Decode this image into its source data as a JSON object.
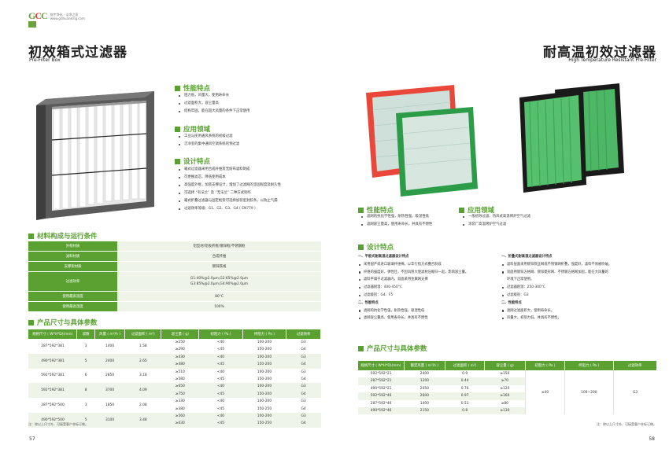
{
  "brand": {
    "logo_main": "G",
    "logo_accent": "C",
    "logo_tail": "C",
    "tagline": "镕宇净化 · 洁净之家",
    "url": "www.gdhuanking.com"
  },
  "left": {
    "title_cn": "初效箱式过滤器",
    "title_en": "Pre-Filter Box",
    "features_title": "性能特点",
    "features": [
      "阻力低，风量大，使用寿命长",
      "过滤面积大，容尘量高",
      "结构牢固，能在超大风量的条件下正常使用"
    ],
    "apps_title": "应用领域",
    "apps": [
      "工业与民用通风系统的初级过滤",
      "洁净室的集中通风空调系统的预过滤"
    ],
    "design_title": "设计特点",
    "design": [
      "箱式过滤器采用合成纤维及无纺布滤料制成",
      "可更换滤芯，降低使用成本",
      "高强度外框，加装支撑设计，增加了过滤网的坚固程度及耐久性",
      "可选择 “有法兰” 及 “无法兰” 二种方式制作",
      "箱式折叠过滤器与固定框架可选择加装密封胶条，以防止气漏",
      "过滤效率等级：G1、G2、G3、G4 ( EN779 )"
    ],
    "materials_title": "材料构成与运行条件",
    "materials": [
      {
        "k": "外框材质",
        "v": "铝型材/铝板折框/镀锌框/不锈钢框"
      },
      {
        "k": "滤料材质",
        "v": "合成纤维"
      },
      {
        "k": "支撑架材质",
        "v": "镀锌铁线"
      },
      {
        "k": "过滤效率",
        "v": "G1:40%@2.0μm,G2:65%@2.0μm",
        "v2": "G3:85%@2.0μm,G4:90%@2.0μm"
      },
      {
        "k": "使用最高温度",
        "v": "80°C"
      },
      {
        "k": "使用最高湿度",
        "v": "100%"
      }
    ],
    "prod_title": "产品尺寸与具体参数",
    "prod_headers": [
      "规格尺寸 ( W*H*D)(mm)",
      "袋数",
      "风量 ( m³/h )",
      "过滤面积 ( m²)",
      "容尘量 ( g)",
      "初阻力 ( Pa )",
      "终阻力 ( Pa )",
      "过滤效率"
    ],
    "prod_rows": [
      [
        "287*592*381",
        "3",
        "1400",
        "1.58",
        "≥250",
        "<40",
        "100-200",
        "G3"
      ],
      [
        "",
        "",
        "",
        "",
        "≥290",
        "<45",
        "150-200",
        "G4"
      ],
      [
        "490*592*381",
        "5",
        "2400",
        "2.65",
        "≥430",
        "<40",
        "100-200",
        "G3"
      ],
      [
        "",
        "",
        "",
        "",
        "≥480",
        "<45",
        "150-200",
        "G4"
      ],
      [
        "592*592*381",
        "6",
        "2850",
        "3.18",
        "≥510",
        "<40",
        "100-200",
        "G3"
      ],
      [
        "",
        "",
        "",
        "",
        "≥580",
        "<45",
        "150-200",
        "G4"
      ],
      [
        "592*592*381",
        "8",
        "3700",
        "4.09",
        "≥650",
        "<40",
        "100-200",
        "G3"
      ],
      [
        "",
        "",
        "",
        "",
        "≥750",
        "<45",
        "150-200",
        "G4"
      ],
      [
        "287*592*500",
        "3",
        "1850",
        "2.08",
        "≥330",
        "<40",
        "100-200",
        "G3"
      ],
      [
        "",
        "",
        "",
        "",
        "≥380",
        "<45",
        "150-250",
        "G4"
      ],
      [
        "490*592*500",
        "5",
        "3100",
        "3.48",
        "≥560",
        "<40",
        "100-200",
        "G3"
      ],
      [
        "",
        "",
        "",
        "",
        "≥630",
        "<45",
        "150-250",
        "G4"
      ]
    ],
    "note": "注：除以上尺寸外，可接受客户非标订做。",
    "page_no": "57"
  },
  "right": {
    "title_cn": "耐高温初效过滤器",
    "title_en": "High Temperature Resistant Pre-Filter",
    "features_title": "性能特点",
    "features": [
      "滤网的抗化学性强，耐热性强，吸湿性低",
      "滤网容尘量高，使用寿命长，并具有不燃性"
    ],
    "apps_title": "应用领域",
    "apps": [
      "一般初效过滤、热风式高温烤炉空气过滤",
      "涂装厂高温烤炉空气过滤"
    ],
    "design_title": "设计特点",
    "design_a": [
      {
        "t": "一、平板式耐高温过滤器设计特点",
        "h": true
      },
      {
        "t": "采用国产或进口玻璃纤维棉，以华行指方式叠合制成",
        "b": true
      },
      {
        "t": "纤维的强度好，弹性佳，不因风阻大使滤材压缩归一起，影响容尘量。",
        "b": true
      },
      {
        "t": "滤料平铺于过滤器内，双面采用金属网支撑",
        "b": true
      },
      {
        "t": "过滤器耐温：400-450°C",
        "b": true
      },
      {
        "t": "过滤级别：G4、F5",
        "b": true
      },
      {
        "t": "二、性能特点",
        "h": true
      },
      {
        "t": "滤网的抗化学性强，耐热性强，吸湿性低",
        "b": true
      },
      {
        "t": "滤网容尘量高，使用寿命长，并具有不燃性",
        "b": true
      }
    ],
    "design_b": [
      {
        "t": "一、折叠式耐高温过滤器设计特点",
        "h": true
      },
      {
        "t": "滤料层面采用镀锌铁丝网或不锈钢网折叠，强度好，滤料不易被吹破。",
        "b": true
      },
      {
        "t": "双面用镀锌方格网、镀锌菱形网、不锈钢方格网加固，能在大风量的",
        "b": true
      },
      {
        "t": "环境下正常使用。",
        "b": false
      },
      {
        "t": "过滤器耐温：250-300°C",
        "b": true
      },
      {
        "t": "过滤级别：G3",
        "b": true
      },
      {
        "t": "二、性能特点",
        "h": true
      },
      {
        "t": "滤网过滤面积大，使用寿命长。",
        "b": true
      },
      {
        "t": "风量大，初阻力低，并具有不燃性。",
        "b": true
      }
    ],
    "prod_title": "产品尺寸与具体参数",
    "prod_headers": [
      "规格尺寸 ( W*H*D)(mm)",
      "额定风量 ( m³/h )",
      "过滤面积 ( m²)",
      "容尘量 ( g)",
      "初阻力 ( Pa )",
      "终阻力 ( Pa )",
      "过滤效率"
    ],
    "prod_rows": [
      [
        "592*592*21",
        "2400",
        "0.9",
        "≥150"
      ],
      [
        "287*592*21",
        "1200",
        "0.44",
        "≥70"
      ],
      [
        "490*592*21",
        "2050",
        "0.76",
        "≥120"
      ],
      [
        "592*592*46",
        "2600",
        "0.97",
        "≥160"
      ],
      [
        "287*592*46",
        "1400",
        "0.51",
        "≥80"
      ],
      [
        "490*592*46",
        "2150",
        "0.8",
        "≥130"
      ]
    ],
    "prod_shared": {
      "initial": "≤40",
      "final": "100~200",
      "grade": "G3"
    },
    "note": "注：除以上尺寸外，可接受客户非标订做。",
    "page_no": "58"
  }
}
